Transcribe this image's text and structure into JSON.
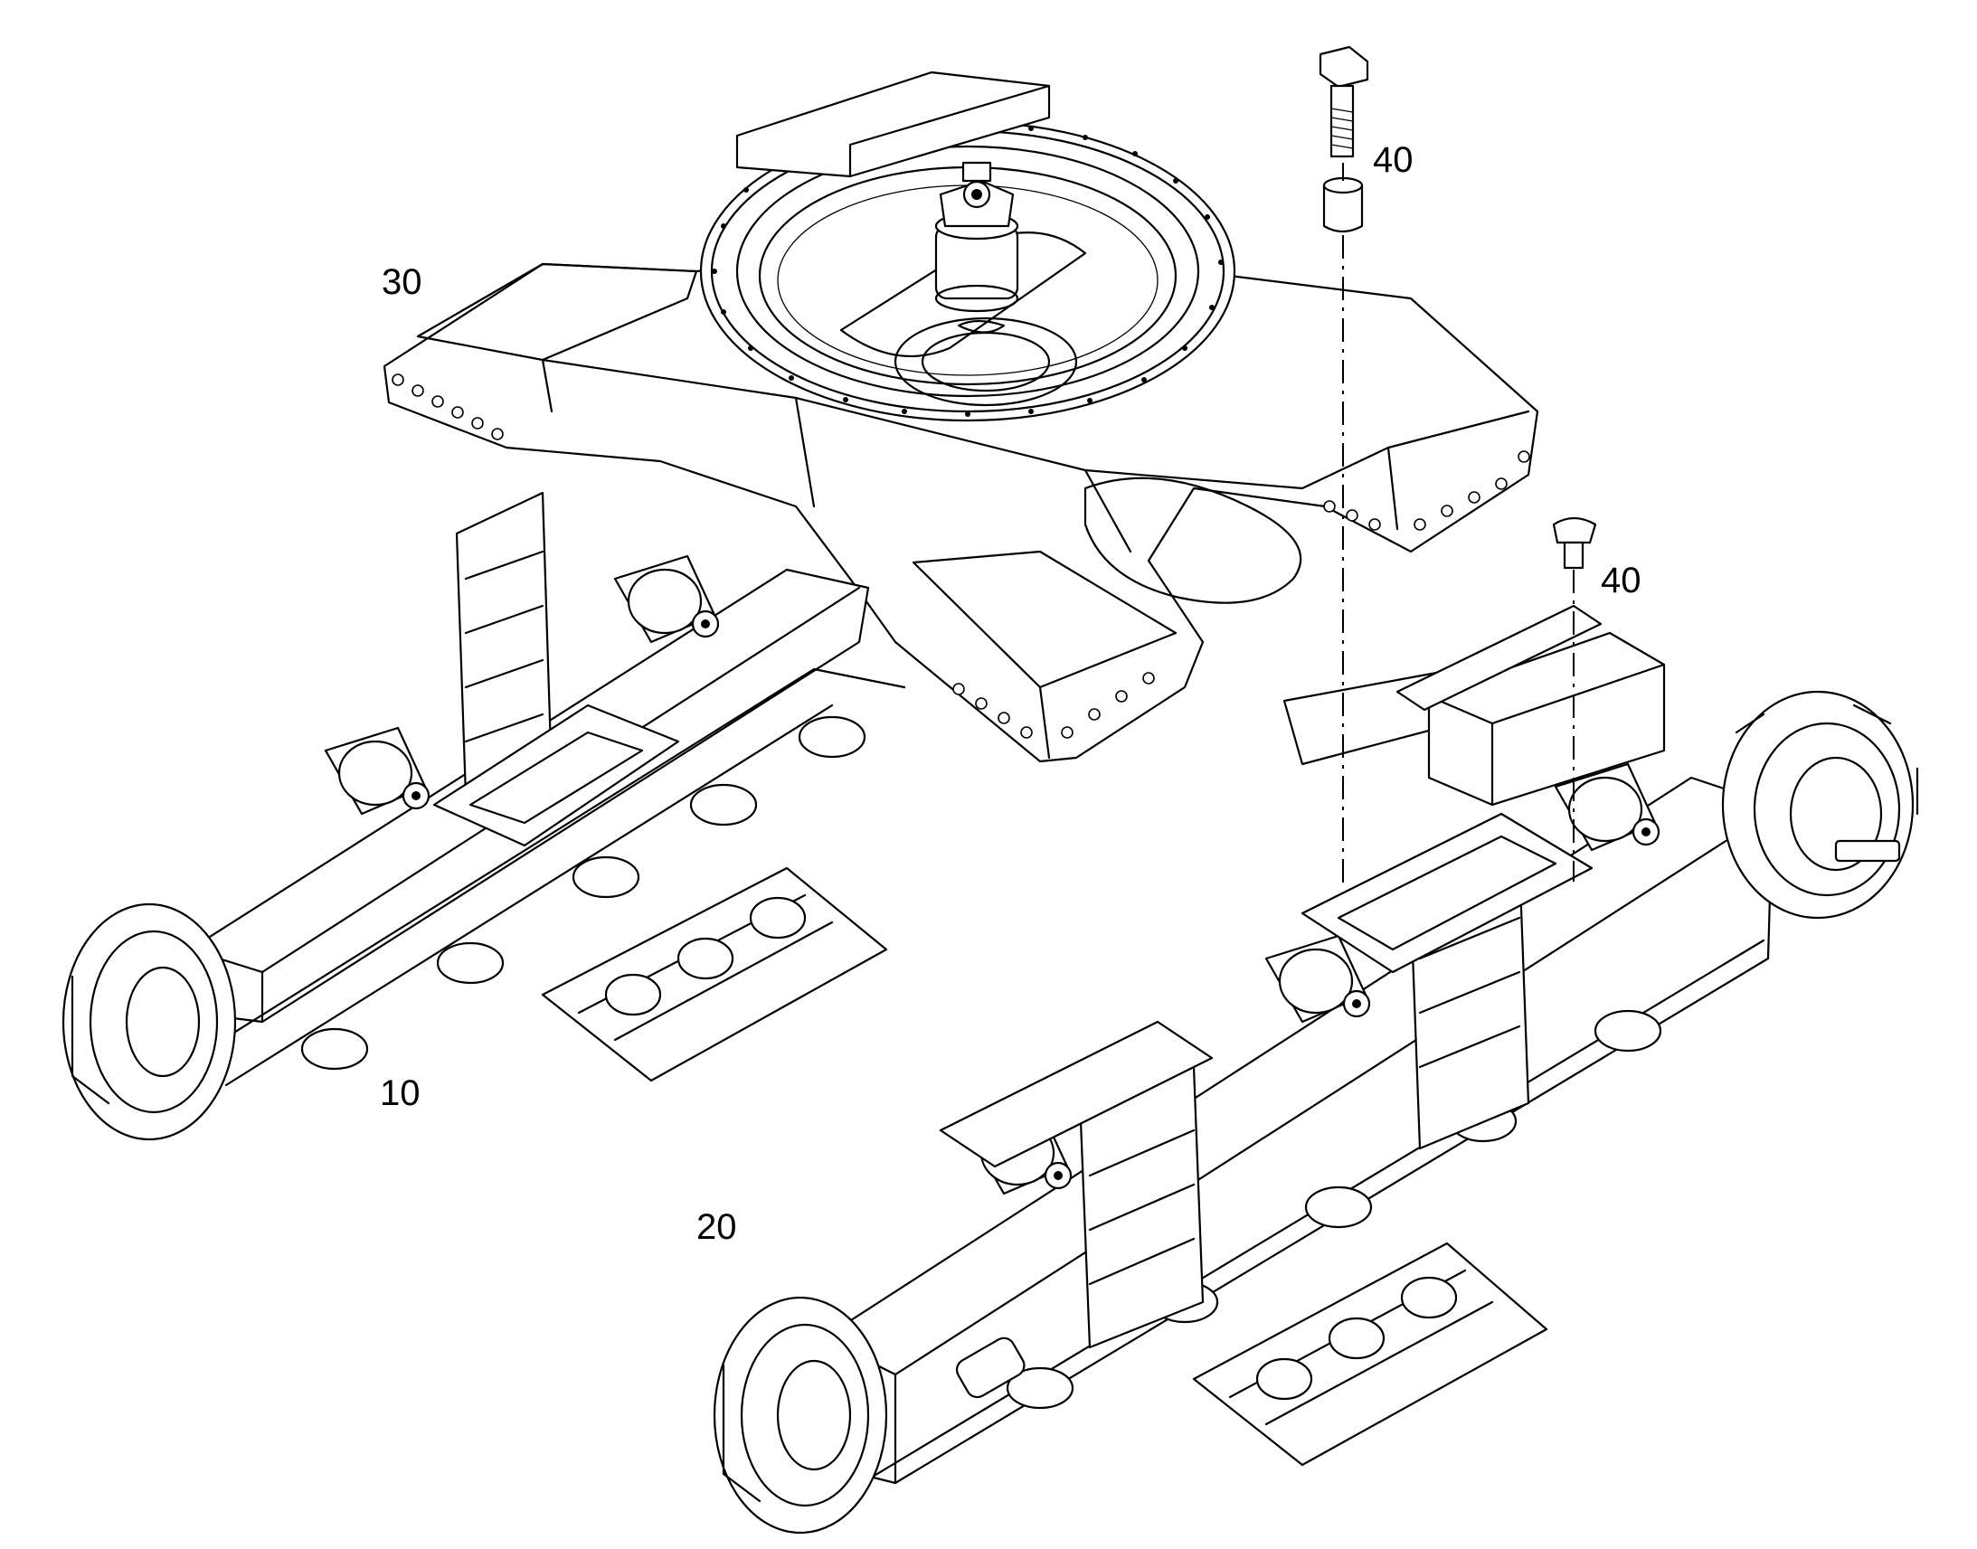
{
  "callouts": {
    "part_10": "10",
    "part_20": "20",
    "part_30": "30",
    "part_40_top": "40",
    "part_40_right": "40"
  }
}
